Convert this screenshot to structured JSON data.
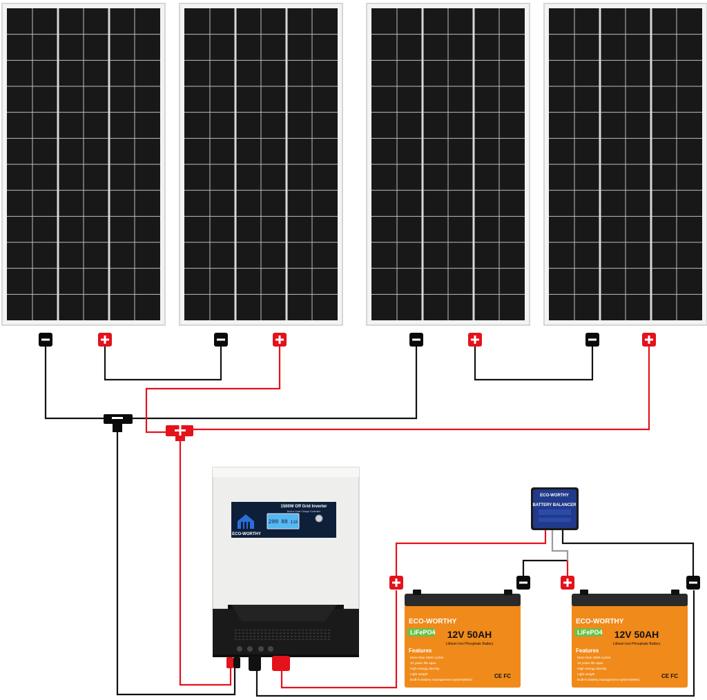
{
  "inverter": {
    "title": "1500W Off Grid Inverter",
    "subtitle": "Built-in Solar Charge Controller",
    "brand": "ECO-WORTHY",
    "display_left": "280",
    "display_mid": "88",
    "display_right": "116"
  },
  "balancer": {
    "brand": "ECO-WORTHY",
    "title": "BATTERY BALANCER"
  },
  "batteries": [
    {
      "brand": "ECO-WORTHY",
      "chemistry": "LiFePO4",
      "rating": "12V 50AH",
      "type": "Lithium Iron Phosphate Battery",
      "features_title": "Features",
      "features": [
        "More than 3000 cycles",
        "10 years life span",
        "High energy density",
        "Light weight",
        "Built-in battery management system(BMS)"
      ],
      "cert": "CE FC"
    },
    {
      "brand": "ECO-WORTHY",
      "chemistry": "LiFePO4",
      "rating": "12V 50AH",
      "type": "Lithium Iron Phosphate Battery",
      "features_title": "Features",
      "features": [
        "More than 3000 cycles",
        "10 years life span",
        "High energy density",
        "Light weight",
        "Built-in battery management system(BMS)"
      ],
      "cert": "CE FC"
    }
  ],
  "colors": {
    "positive": "#e4121b",
    "negative": "#0a0a0a",
    "battery": "#f08a1a",
    "display": "#57b7f0"
  }
}
